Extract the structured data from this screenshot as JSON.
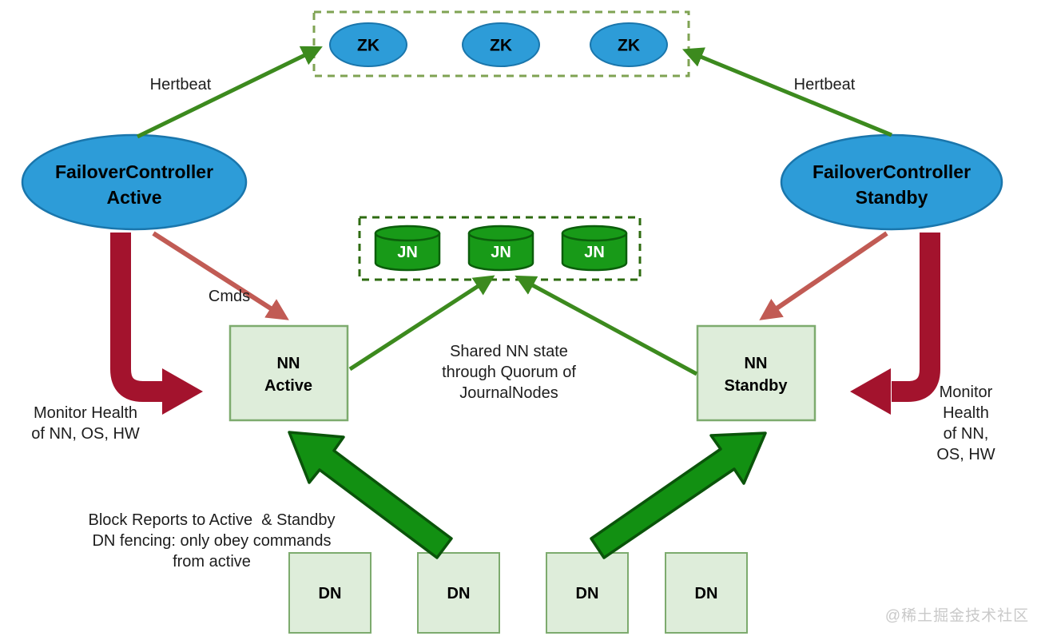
{
  "diagram_title": "HDFS High Availability architecture",
  "nodes": {
    "zk": [
      "ZK",
      "ZK",
      "ZK"
    ],
    "jn": [
      "JN",
      "JN",
      "JN"
    ],
    "dn": [
      "DN",
      "DN",
      "DN",
      "DN"
    ],
    "fc_active": "FailoverController\nActive",
    "fc_standby": "FailoverController\nStandby",
    "nn_active": "NN\nActive",
    "nn_standby": "NN\nStandby"
  },
  "labels": {
    "heartbeat_left": "Hertbeat",
    "heartbeat_right": "Hertbeat",
    "cmds": "Cmds",
    "monitor_health_left": "Monitor Health\nof NN, OS, HW",
    "monitor_health_right": "Monitor Health\nof NN, OS, HW",
    "shared_state": "Shared NN state\nthrough Quorum of\nJournalNodes",
    "block_reports": "Block Reports to Active  & Standby\nDN fencing: only obey commands\nfrom active"
  },
  "watermark": "@稀土掘金技术社区",
  "colors": {
    "node_blue_fill": "#2D9CD8",
    "node_blue_border": "#1A76AC",
    "cylinder_green_fill": "#189A18",
    "cylinder_green_border": "#0B5E0B",
    "light_green_box_fill": "#DEEDDA",
    "light_green_box_border": "#7DAB6E",
    "zk_dashed_border": "#7FA353",
    "jn_dashed_border": "#2E6B10",
    "thin_arrow_green": "#3C8A1E",
    "big_arrow_green_fill": "#129012",
    "big_arrow_green_border": "#0A540A",
    "monitor_arrow_dark_red": "#A3132D",
    "cmds_arrow_salmon": "#C15B54",
    "text_black": "#1D1D1D",
    "watermark_gray": "#C9C9C9"
  }
}
